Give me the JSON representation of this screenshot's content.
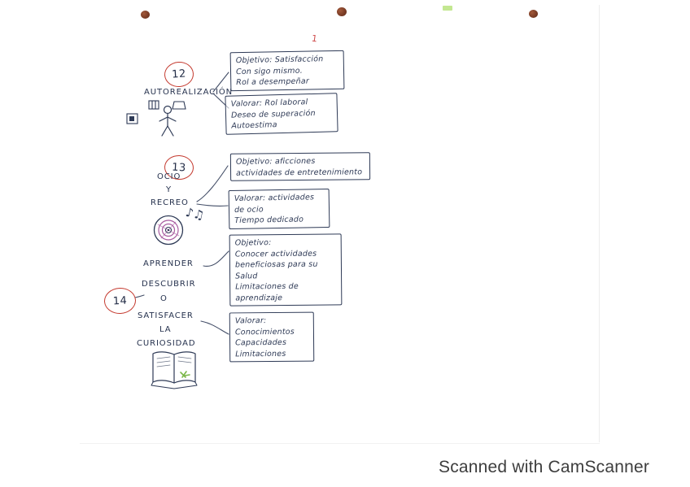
{
  "page": {
    "watermark": "Scanned with CamScanner",
    "stray_mark": "1"
  },
  "icons": {
    "music_notes": "♪♫"
  },
  "colors": {
    "ink": "#2e3a56",
    "circle_red": "#c4392e",
    "disc_purple": "#a85ba0",
    "scribble_green": "#7ab648",
    "hole_brown": "#7c3d26",
    "watermark_gray": "#3d3d3d"
  },
  "sections": [
    {
      "number": "12",
      "title": "AUTOREALIZACIÓN",
      "objetivo_box": {
        "lines": [
          "Objetivo: Satisfacción",
          "Con sigo mismo.",
          "Rol a desempeñar"
        ]
      },
      "valorar_box": {
        "lines": [
          "Valorar: Rol laboral",
          "Deseo de superación",
          "Autoestima"
        ]
      }
    },
    {
      "number": "13",
      "title_lines": [
        "OCIO",
        "Y",
        "RECREO"
      ],
      "objetivo_box": {
        "lines": [
          "Objetivo: aficciones",
          "actividades de entretenimiento"
        ]
      },
      "valorar_box": {
        "lines": [
          "Valorar: actividades",
          "de ocio",
          "Tiempo dedicado"
        ]
      }
    },
    {
      "number": "14",
      "title_lines": [
        "APRENDER",
        "DESCUBRIR",
        "O",
        "SATISFACER",
        "LA",
        "CURIOSIDAD"
      ],
      "objetivo_box": {
        "lines": [
          "Objetivo:",
          "Conocer actividades",
          "beneficiosas para su",
          "Salud",
          "Limitaciones de",
          "aprendizaje"
        ]
      },
      "valorar_box": {
        "lines": [
          "Valorar:",
          "Conocimientos",
          "Capacidades",
          "Limitaciones"
        ]
      }
    }
  ]
}
